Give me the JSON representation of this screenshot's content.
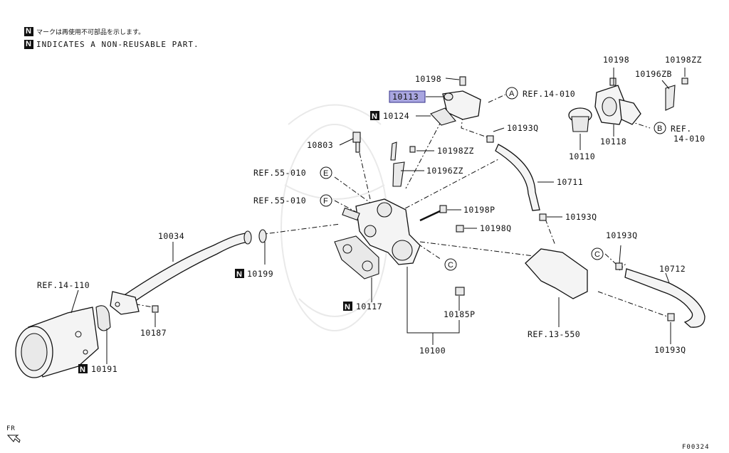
{
  "legend": {
    "badge": "N",
    "line_jp": "マークは再使用不可部品を示します。",
    "line_en": "INDICATES A NON-REUSABLE PART."
  },
  "diagram_code": "F00324",
  "front_marker": "FR",
  "part_labels": {
    "p10198_top": "10198",
    "p10113": "10113",
    "p10124": "10124",
    "refA": "REF.14-010",
    "p10193Q_a": "10193Q",
    "p10803": "10803",
    "p10198ZZ_mid": "10198ZZ",
    "p10196ZZ": "10196ZZ",
    "refE": "REF.55-010",
    "refF": "REF.55-010",
    "p10711": "10711",
    "p10198P": "10198P",
    "p10193Q_b": "10193Q",
    "p10198Q": "10198Q",
    "p10034": "10034",
    "p10199": "10199",
    "ref14110": "REF.14-110",
    "p10187": "10187",
    "p10191": "10191",
    "p10117": "10117",
    "p10185P": "10185P",
    "p10100": "10100",
    "p10198_right": "10198",
    "p10198ZZ_right": "10198ZZ",
    "p10196ZB": "10196ZB",
    "p10110": "10110",
    "p10118": "10118",
    "refB_1": "REF.",
    "refB_2": "14-010",
    "p10193Q_c": "10193Q",
    "p10712": "10712",
    "ref13550": "REF.13-550",
    "p10193Q_d": "10193Q"
  },
  "callouts": {
    "A": "A",
    "B": "B",
    "C1": "C",
    "C2": "C",
    "E": "E",
    "F": "F"
  },
  "highlighted_part": "10113",
  "colors": {
    "highlight": "#a9a6e0",
    "ink": "#111111"
  }
}
